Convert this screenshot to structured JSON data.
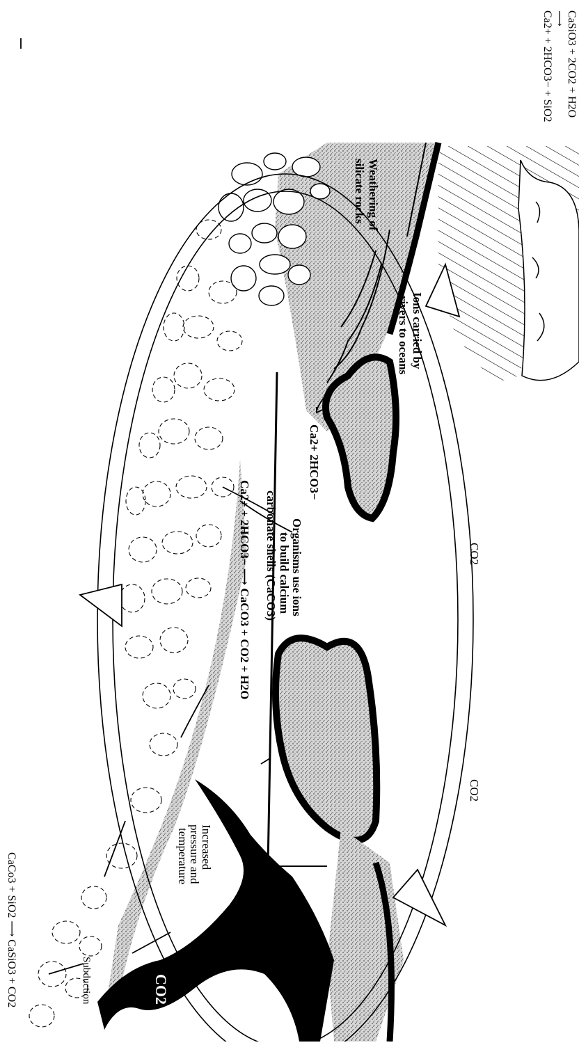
{
  "equations": {
    "weathering_reactants": "CaSiO3 + 2CO2 + H2O",
    "weathering_products": "Ca2+ + 2HCO3− + SiO2",
    "metamorphism": "CaCo3 + SiO2 ⟶ CaSiO3 + CO2",
    "shell_building": "Ca2+ + 2HCO3− ⟶ CaCO3 + CO2 + H2O",
    "ocean_ions": "Ca2+ 2HCO3−"
  },
  "labels": {
    "weathering_line1": "Weathering of",
    "weathering_line2": "silicate rocks",
    "ions_line1": "Ions carried by",
    "ions_line2": "rivers to oceans",
    "organisms_line1": "Organisms use ions",
    "organisms_line2": "to build calcium",
    "organisms_line3": "carbonate shells (CaCO3)",
    "co2_upper": "CO2",
    "co2_lower": "CO2",
    "volcano_co2": "CO2",
    "pressure_line1": "Increased",
    "pressure_line2": "pressure and",
    "pressure_line3": "temperature",
    "subduction": "Subduction"
  },
  "colors": {
    "ink": "#000000",
    "paper": "#ffffff",
    "sediment": "#bdbdbd"
  }
}
